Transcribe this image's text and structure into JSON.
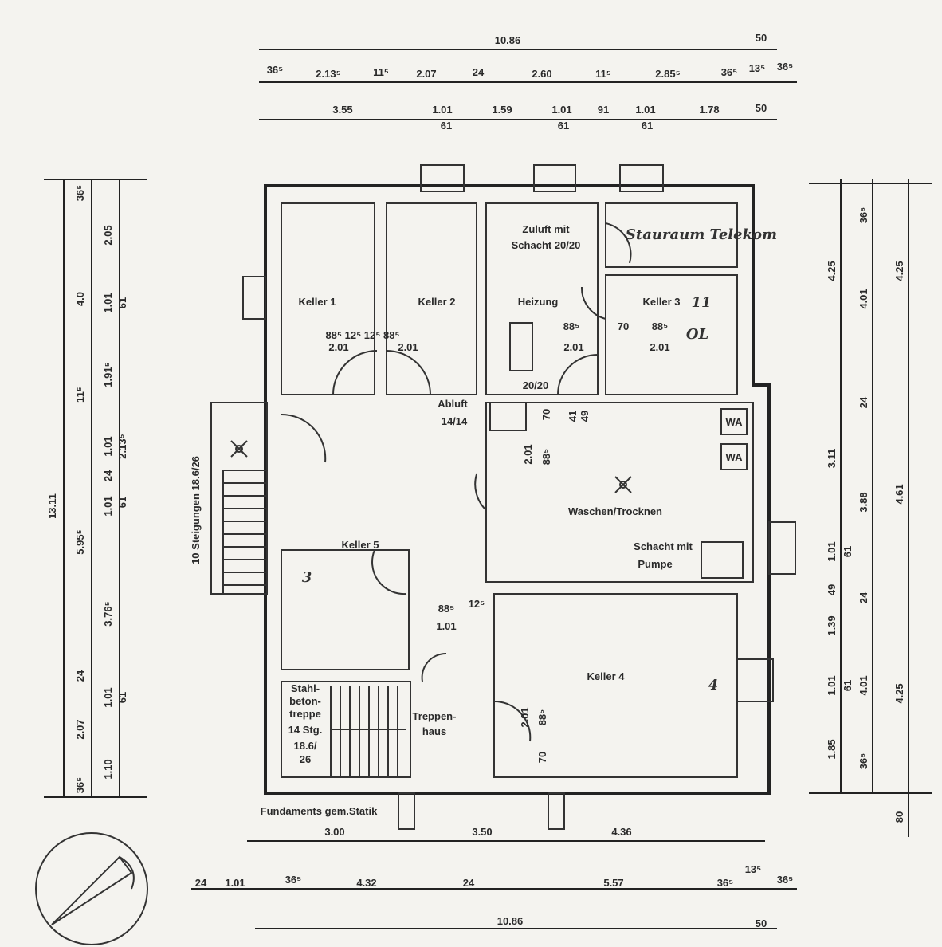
{
  "title": "Kellergeschoss Grundriss",
  "dimensions": {
    "top_row1": [
      "10.86",
      "50"
    ],
    "top_row2": [
      "36⁵",
      "2.13⁵",
      "11⁵",
      "2.07",
      "24",
      "2.60",
      "11⁵",
      "2.85⁵",
      "36⁵",
      "13⁵",
      "36⁵"
    ],
    "top_row3": [
      "3.55",
      "1.01",
      "61",
      "1.59",
      "1.01",
      "61",
      "91",
      "1.01",
      "61",
      "1.78",
      "50"
    ],
    "left_col1": [
      "13.11"
    ],
    "left_col2": [
      "36⁵",
      "4.0",
      "11⁵",
      "5.95⁵",
      "24",
      "2.07",
      "36⁵"
    ],
    "left_col3": [
      "2.05",
      "1.01",
      "61",
      "1.91⁵",
      "1.01",
      "24",
      "1.01",
      "61",
      "2.13⁵",
      "3.76⁵",
      "1.01",
      "61",
      "1.10"
    ],
    "right_col1": [
      "4.25",
      "3.11",
      "1.01",
      "61",
      "49",
      "1.39",
      "1.01",
      "61",
      "1.85"
    ],
    "right_col2": [
      "36⁵",
      "4.01",
      "24",
      "3.88",
      "24",
      "4.01",
      "36⁵"
    ],
    "right_col3": [
      "4.25",
      "4.61",
      "4.25",
      "80"
    ],
    "bottom_row1": [
      "3.00",
      "3.50",
      "4.36"
    ],
    "bottom_row2": [
      "24",
      "1.01",
      "36⁵",
      "4.32",
      "24",
      "5.57",
      "36⁵",
      "13⁵",
      "36⁵"
    ],
    "bottom_row3": [
      "10.86",
      "50"
    ],
    "doors": [
      "88⁵ 12⁵ 12⁵ 88⁵",
      "2.01",
      "2.01",
      "88⁵",
      "70",
      "88⁵",
      "2.01",
      "2.01",
      "70",
      "88⁵",
      "2.01",
      "88⁵",
      "2.01",
      "70",
      "88⁵",
      "1.01",
      "12⁵",
      "49",
      "41"
    ]
  },
  "rooms": {
    "keller1": "Keller  1",
    "keller2": "Keller 2",
    "heizung": "Heizung",
    "keller3": "Keller 3",
    "zuluft1": "Zuluft mit",
    "zuluft2": "Schacht 20/20",
    "abluft1": "Abluft",
    "abluft2": "14/14",
    "kamin": "20/20",
    "waschen": "Waschen/Trocknen",
    "schacht1": "Schacht mit",
    "schacht2": "Pumpe",
    "keller5": "Keller 5",
    "keller4": "Keller 4",
    "treppenhaus1": "Treppen-",
    "treppenhaus2": "haus",
    "stahl1": "Stahl-",
    "stahl2": "beton-",
    "stahl3": "treppe",
    "stahl4": "14 Stg.",
    "stahl5": "18.6/",
    "stahl6": "26",
    "aussentreppe": "10 Steigungen 18.6/26",
    "wa1": "WA",
    "wa2": "WA",
    "fundament": "Fundaments gem.Statik"
  },
  "handwritten": {
    "note_storage": "Stauraum Telekom",
    "mark_3": "3",
    "mark_ol": "OL",
    "mark_11": "11",
    "mark_4": "4"
  }
}
